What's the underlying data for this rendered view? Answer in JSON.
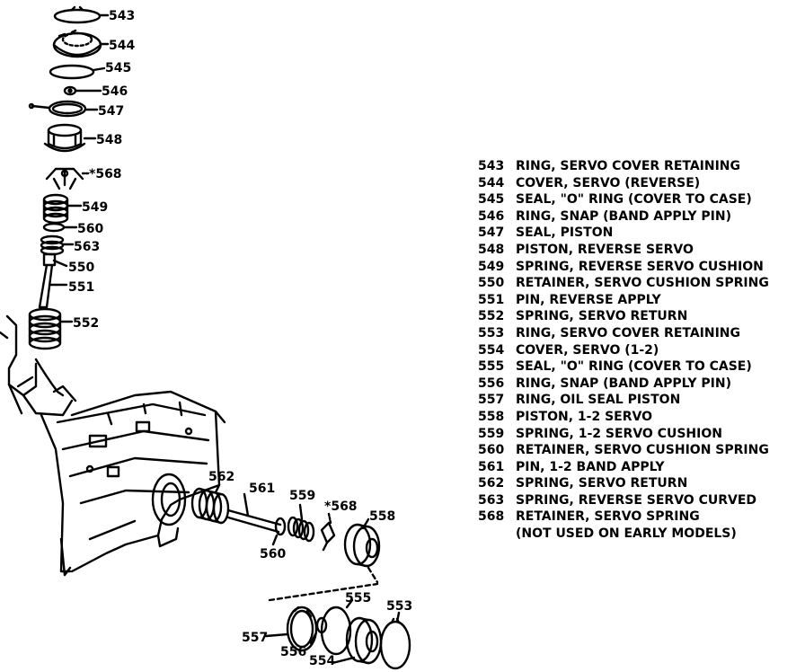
{
  "diagram": {
    "callouts": {
      "c543": "543",
      "c544": "544",
      "c545": "545",
      "c546": "546",
      "c547": "547",
      "c548": "548",
      "c568a": "*568",
      "c549": "549",
      "c560a": "560",
      "c563": "563",
      "c550": "550",
      "c551": "551",
      "c552": "552",
      "c562": "562",
      "c561": "561",
      "c559": "559",
      "c568b": "*568",
      "c558": "558",
      "c560b": "560",
      "c555": "555",
      "c553": "553",
      "c557": "557",
      "c556": "556",
      "c554": "554"
    }
  },
  "legend": {
    "items": [
      {
        "num": "543",
        "desc": "RING, SERVO COVER RETAINING"
      },
      {
        "num": "544",
        "desc": "COVER, SERVO (REVERSE)"
      },
      {
        "num": "545",
        "desc": "SEAL, \"O\" RING (COVER TO CASE)"
      },
      {
        "num": "546",
        "desc": "RING, SNAP (BAND APPLY PIN)"
      },
      {
        "num": "547",
        "desc": "SEAL, PISTON"
      },
      {
        "num": "548",
        "desc": "PISTON, REVERSE SERVO"
      },
      {
        "num": "549",
        "desc": "SPRING, REVERSE SERVO CUSHION"
      },
      {
        "num": "550",
        "desc": "RETAINER, SERVO CUSHION SPRING"
      },
      {
        "num": "551",
        "desc": "PIN, REVERSE APPLY"
      },
      {
        "num": "552",
        "desc": "SPRING, SERVO RETURN"
      },
      {
        "num": "553",
        "desc": "RING, SERVO COVER RETAINING"
      },
      {
        "num": "554",
        "desc": "COVER, SERVO (1-2)"
      },
      {
        "num": "555",
        "desc": "SEAL, \"O\" RING (COVER TO CASE)"
      },
      {
        "num": "556",
        "desc": "RING, SNAP (BAND APPLY PIN)"
      },
      {
        "num": "557",
        "desc": "RING, OIL SEAL PISTON"
      },
      {
        "num": "558",
        "desc": "PISTON, 1-2 SERVO"
      },
      {
        "num": "559",
        "desc": "SPRING, 1-2 SERVO CUSHION"
      },
      {
        "num": "560",
        "desc": "RETAINER, SERVO CUSHION SPRING"
      },
      {
        "num": "561",
        "desc": "PIN, 1-2 BAND APPLY"
      },
      {
        "num": "562",
        "desc": "SPRING, SERVO RETURN"
      },
      {
        "num": "563",
        "desc": "SPRING, REVERSE SERVO CURVED"
      },
      {
        "num": "568",
        "desc": "RETAINER, SERVO SPRING"
      }
    ],
    "note": "(NOT USED ON EARLY MODELS)"
  }
}
